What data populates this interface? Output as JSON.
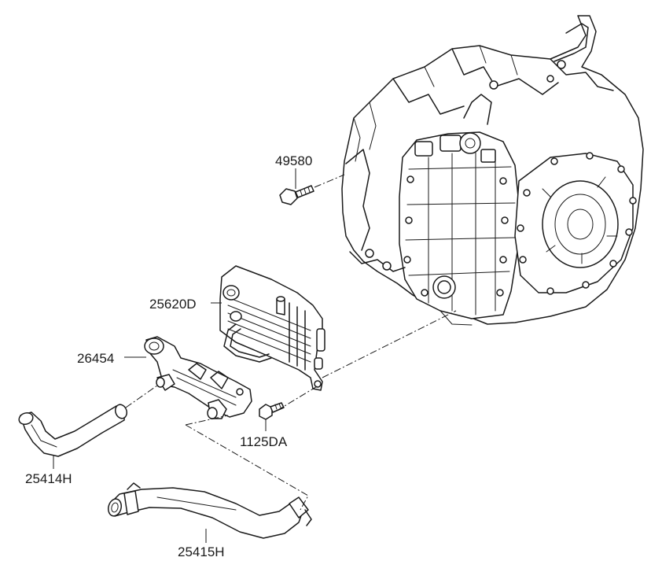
{
  "parts": [
    {
      "id": "p49580",
      "number": "49580"
    },
    {
      "id": "p25620D",
      "number": "25620D"
    },
    {
      "id": "p26454",
      "number": "26454"
    },
    {
      "id": "p1125DA",
      "number": "1125DA"
    },
    {
      "id": "p25414H",
      "number": "25414H"
    },
    {
      "id": "p25415H",
      "number": "25415H"
    }
  ]
}
